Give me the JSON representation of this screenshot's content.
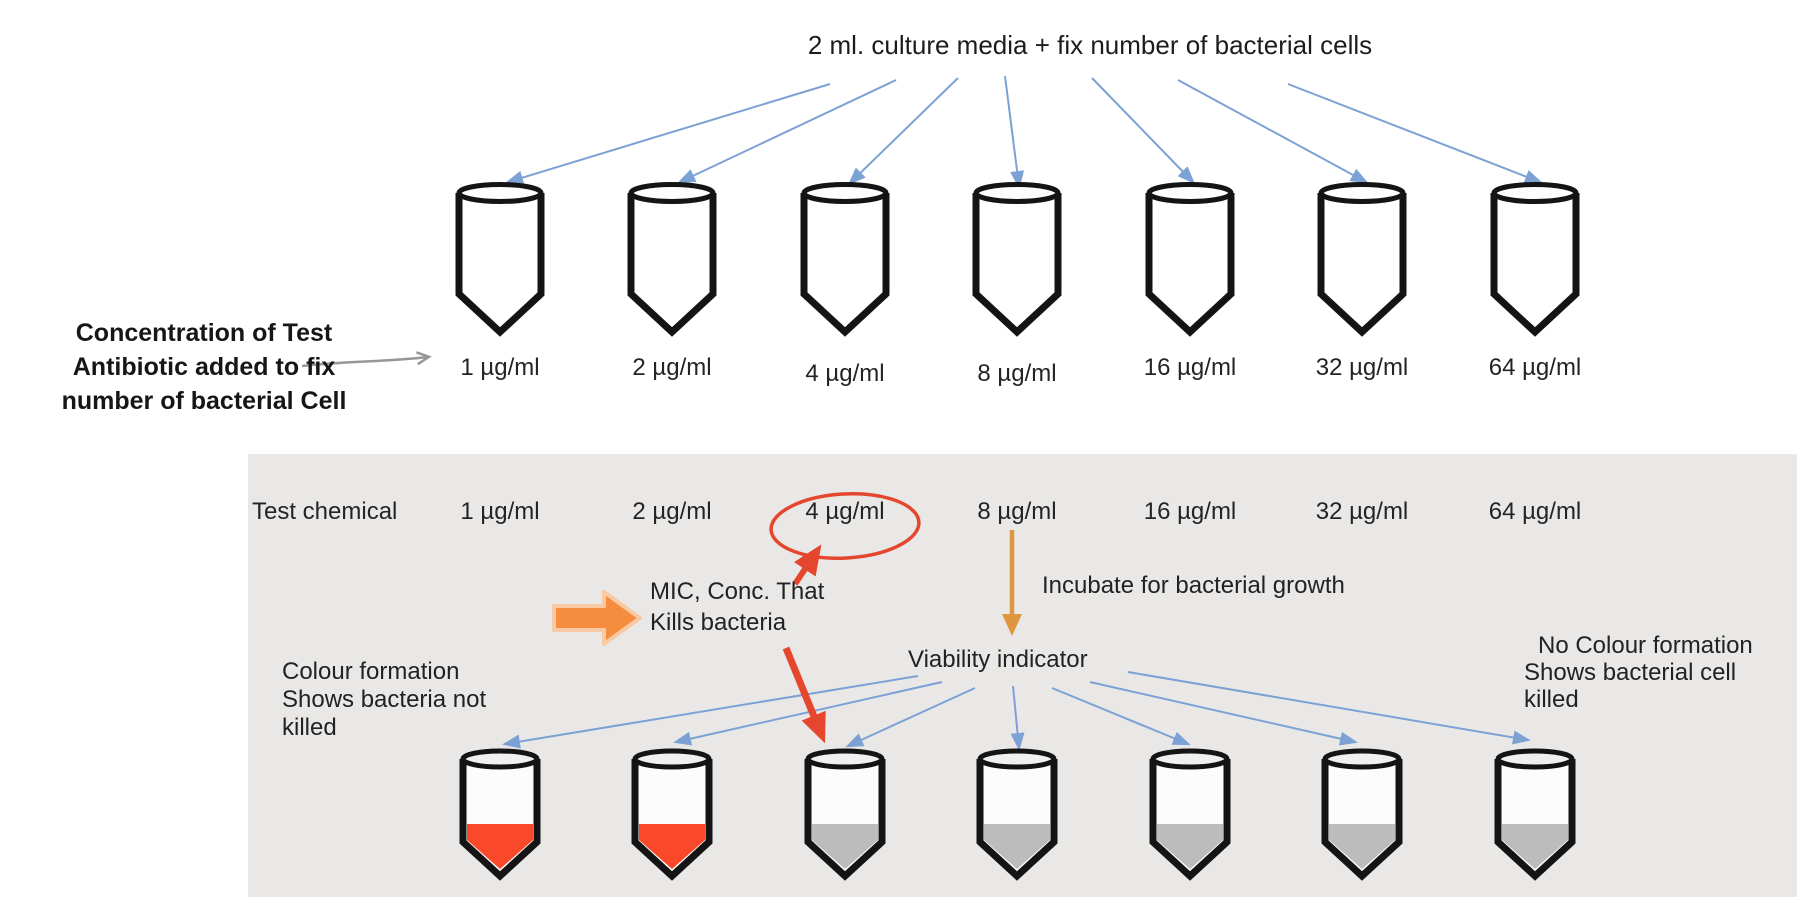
{
  "title": "2 ml. culture media + fix number of bacterial cells",
  "left_note": {
    "line1": "Concentration of Test",
    "line2": "Antibiotic added to fix",
    "line3": "number of bacterial Cell"
  },
  "concentrations": [
    "1 µg/ml",
    "2 µg/ml",
    "4 µg/ml",
    "8 µg/ml",
    "16 µg/ml",
    "32 µg/ml",
    "64 µg/ml"
  ],
  "panel": {
    "row_label": "Test chemical",
    "mic_highlight": "4 µg/ml",
    "mic_note": {
      "line1": "MIC, Conc. That",
      "line2": "Kills bacteria"
    },
    "incubate_label": "Incubate for bacterial growth",
    "viability_label": "Viability indicator",
    "colour_note": {
      "line1": "Colour formation",
      "line2": "Shows bacteria not",
      "line3": "killed"
    },
    "no_colour_note": {
      "line1": "No Colour formation",
      "line2": "Shows bacterial cell",
      "line3": "killed"
    }
  },
  "tubes": {
    "top_count": 7,
    "bottom_fills": [
      "red",
      "red",
      "gray",
      "gray",
      "gray",
      "gray",
      "gray"
    ]
  },
  "colors": {
    "arrow_blue": "#7ca1d4",
    "arrow_gray": "#979797",
    "arrow_orange": "#e09540",
    "block_arrow_orange": "#f68c3e",
    "highlight_red": "#e5472e",
    "liquid_red": "#f9482a",
    "liquid_gray": "#bcbcbc",
    "panel_bg": "#e9e8e7"
  }
}
